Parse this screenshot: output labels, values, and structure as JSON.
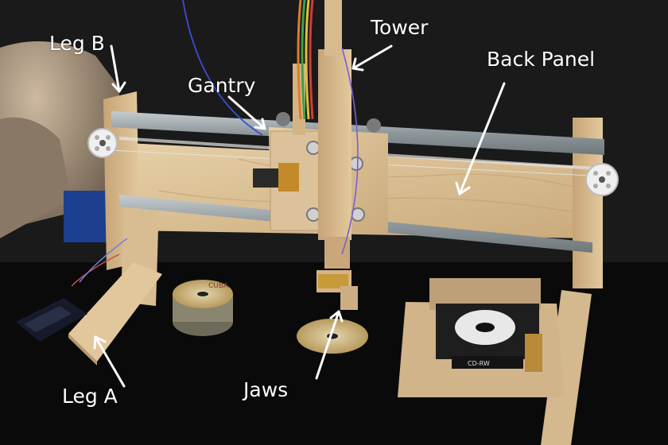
{
  "labels": {
    "leg_b": "Leg B",
    "tower": "Tower",
    "gantry": "Gantry",
    "back_panel": "Back Panel",
    "jaws": "Jaws",
    "leg_a": "Leg A"
  },
  "disc_stack_label": "CUBA",
  "drive_label": "CD-RW",
  "colors": {
    "background": "#0b0b0b",
    "plywood": "#dcc29a",
    "aluminum": "#9aa2a6",
    "annotation": "#ffffff"
  }
}
